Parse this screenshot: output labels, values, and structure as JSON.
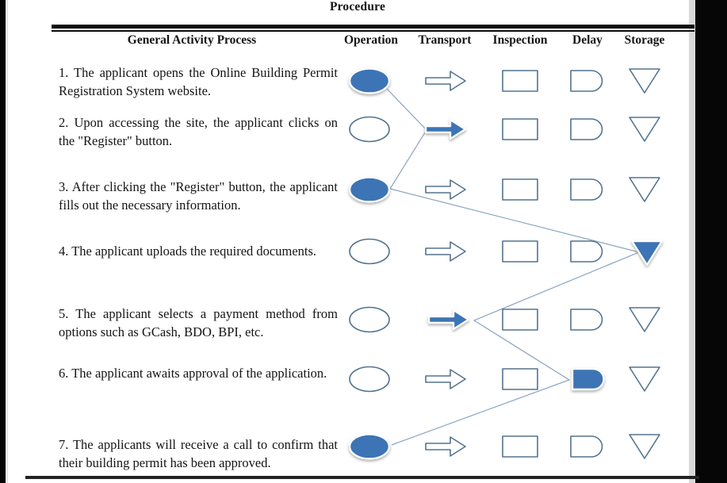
{
  "page": {
    "title": "Procedure"
  },
  "columns": {
    "activity": "General Activity Process",
    "operation": "Operation",
    "transport": "Transport",
    "inspection": "Inspection",
    "delay": "Delay",
    "storage": "Storage"
  },
  "colors": {
    "filled": "#3c74b5",
    "outline": "#54738f",
    "connector": "#8ba3c0"
  },
  "rows": [
    {
      "text": "1. The applicant opens the Online Building Permit Registration System website.",
      "selected": "operation",
      "symbols": {
        "operation": true,
        "transport": false,
        "inspection": false,
        "delay": false,
        "storage": false
      }
    },
    {
      "text": "2. Upon accessing the site, the applicant clicks on the \"Register\" button.",
      "selected": "transport",
      "symbols": {
        "operation": false,
        "transport": true,
        "inspection": false,
        "delay": false,
        "storage": false
      }
    },
    {
      "text": "3. After clicking the \"Register\" button, the applicant fills out the necessary information.",
      "selected": "operation",
      "symbols": {
        "operation": true,
        "transport": false,
        "inspection": false,
        "delay": false,
        "storage": false
      }
    },
    {
      "text": "4. The applicant uploads the required documents.",
      "selected": "storage",
      "symbols": {
        "operation": false,
        "transport": false,
        "inspection": false,
        "delay": false,
        "storage": true
      }
    },
    {
      "text": "5. The applicant selects a payment method from options such as GCash, BDO, BPI, etc.",
      "selected": "transport",
      "symbols": {
        "operation": false,
        "transport": true,
        "inspection": false,
        "delay": false,
        "storage": false
      }
    },
    {
      "text": "6. The applicant awaits approval of the application.",
      "selected": "delay",
      "symbols": {
        "operation": false,
        "transport": false,
        "inspection": false,
        "delay": true,
        "storage": false
      }
    },
    {
      "text": "7. The applicants will receive a call to confirm that their building permit has been approved.",
      "selected": "operation",
      "symbols": {
        "operation": true,
        "transport": false,
        "inspection": false,
        "delay": false,
        "storage": false
      }
    }
  ]
}
